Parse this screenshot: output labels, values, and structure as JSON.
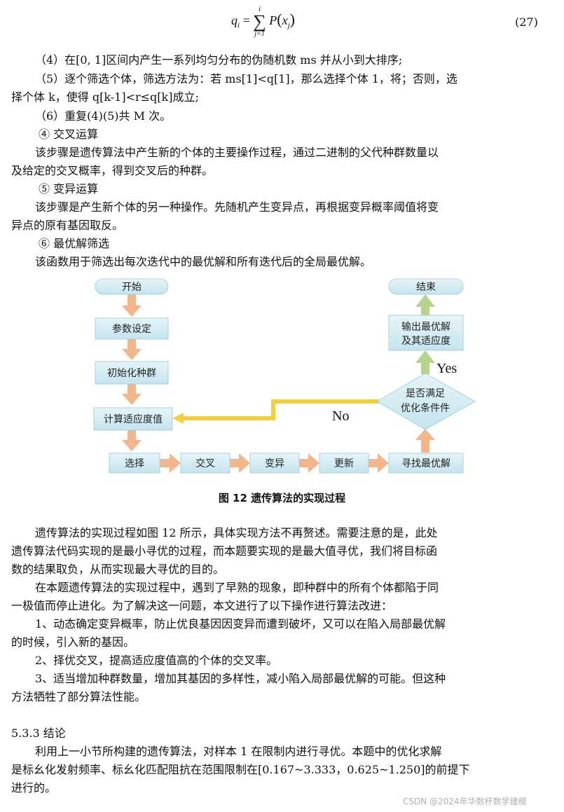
{
  "formula": {
    "lhs": "q",
    "lhs_sub": "i",
    "eq": "=",
    "sum_top": "i",
    "sum_bottom": "j=1",
    "func": "P",
    "arg": "x",
    "arg_sub": "j",
    "number": "(27)"
  },
  "para_top": [
    "（4）在[0, 1]区间内产生一系列均匀分布的伪随机数 ms 并从小到大排序;",
    "（5）逐个筛选个体，筛选方法为：若 ms[1]<q[1]，那么选择个体 1，将；否则，选",
    "择个体 k，使得 q[k-1]<r≤q[k]成立;",
    "（6）重复(4)(5)共 M 次。",
    "④  交叉运算",
    "该步骤是遗传算法中产生新的个体的主要操作过程，通过二进制的父代种群数量以",
    "及给定的交叉概率，得到交叉后的种群。",
    "⑤  变异运算",
    "该步骤是产生新个体的另一种操作。先随机产生变异点，再根据变异概率阈值将变",
    "异点的原有基因取反。",
    "⑥  最优解筛选",
    "该函数用于筛选出每次迭代中的最优解和所有迭代后的全局最优解。"
  ],
  "flow": {
    "start": "开始",
    "params": "参数设定",
    "init": "初始化种群",
    "fitness": "计算适应度值",
    "select": "选择",
    "cross": "交叉",
    "mutate": "变异",
    "update": "更新",
    "find_best": "寻找最优解",
    "condition_1": "是否满足",
    "condition_2": "优化条件件",
    "output_1": "输出最优解",
    "output_2": "及其适应度",
    "end": "结束",
    "yes": "Yes",
    "no": "No"
  },
  "caption": "图 12  遗传算法的实现过程",
  "para_bottom": [
    "遗传算法的实现过程如图 12 所示，具体实现方法不再赘述。需要注意的是，此处",
    "遗传算法代码实现的是最小寻优的过程，而本题要实现的是最大值寻优，我们将目标函",
    "数的结果取负，从而实现最大寻优的目的。",
    "在本题遗传算法的实现过程中，遇到了早熟的现象，即种群中的所有个体都陷于同",
    "一极值而停止进化。为了解决这一问题，本文进行了以下操作进行算法改进：",
    "1、动态确定变异概率，防止优良基因因变异而遭到破坏，又可以在陷入局部最优解",
    "的时候，引入新的基因。",
    "2、择优交叉，提高适应度值高的个体的交叉率。",
    "3、适当增加种群数量，增加其基因的多样性，减小陷入局部最优解的可能。但这种",
    "方法牺牲了部分算法性能。",
    "5.3.3  结论",
    "利用上一小节所构建的遗传算法，对样本 1 在限制内进行寻优。本题中的优化求解",
    "是标幺化发射频率、标幺化匹配阻抗在范围限制在[0.167~3.333，0.625~1.250]的前提下",
    "进行的。"
  ],
  "watermark": "CSDN @2024年华数杯数学建模",
  "colors": {
    "box": "#d6eef5",
    "box_border": "#a8cfdc",
    "arrow_orange": "#f2b68a",
    "arrow_green": "#b5d58c",
    "arrow_yellow": "#f5cf3a"
  }
}
